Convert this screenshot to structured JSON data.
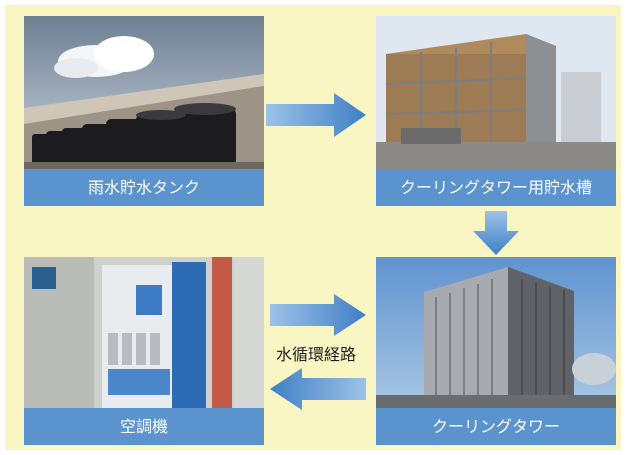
{
  "colors": {
    "background": "#f9f6c4",
    "caption": "#5b93cf",
    "arrow": "#3f7fc6"
  },
  "nodes": {
    "rain_tank": {
      "label": "雨水貯水タンク"
    },
    "cooling_tank": {
      "label": "クーリングタワー用貯水槽"
    },
    "air_conditioner": {
      "label": "空調機"
    },
    "cooling_tower": {
      "label": "クーリングタワー"
    }
  },
  "loop_label": "水循環経路"
}
